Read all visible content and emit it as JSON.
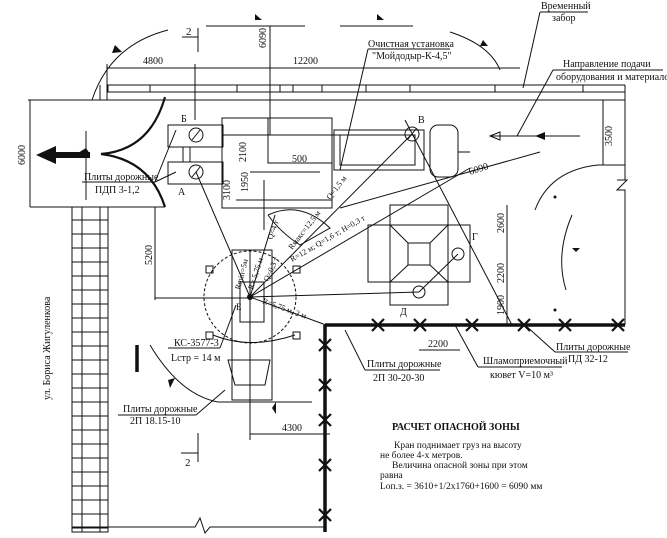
{
  "street": "ул. Бориса Жигуленкова",
  "labels": {
    "fence": [
      "Временный",
      "забор"
    ],
    "supply_direction": [
      "Направление подачи",
      "оборудования и материалов"
    ],
    "cleaning_unit": [
      "Очистная установка",
      "\"Мойдодыр-К-4,5\""
    ],
    "plates_pdp": [
      "Плиты дорожные",
      "ПДП 3-1,2"
    ],
    "plates_2p30": [
      "Плиты дорожные",
      "2П 30-20-30"
    ],
    "sludge": [
      "Шламоприемочный",
      "кювет V=10 м³"
    ],
    "plates_pd32": [
      "Плиты дорожные",
      "ПД 32-12"
    ],
    "crane": [
      "КС-3577-3",
      "Lстр = 14 м"
    ],
    "plates_2p18": [
      "Плиты дорожные",
      "2П 18.15-10"
    ]
  },
  "points": [
    "Б",
    "А",
    "В",
    "Г",
    "Д",
    "Е"
  ],
  "section_marks": [
    "2",
    "2"
  ],
  "dimensions": {
    "d4800": "4800",
    "d6090_top": "6090",
    "d12200": "12200",
    "d6000": "6000",
    "d3500": "3500",
    "d6090_diag": "6090",
    "d2100": "2100",
    "d500": "500",
    "d3100": "3100",
    "d1950": "1950",
    "d5200": "5200",
    "d2600": "2600",
    "d2200_v": "2200",
    "d1900": "1900",
    "d2200_h": "2200",
    "d4300": "4300"
  },
  "radii": {
    "rmin": "Rmin=5м",
    "r1": "R= 5,75 м",
    "q1": "Q=4 т",
    "q2": "Q=0,3 т",
    "rmax": "Rмакс=12,5 м",
    "qrm": "Q=1,5 м",
    "r12": "R=12 м; Q=1,6 т; Н=0,3 т",
    "r575": "R=5,75 м, 2 м"
  },
  "calc": {
    "title": "РАСЧЕТ ОПАСНОЙ ЗОНЫ",
    "lines": [
      "Кран поднимает груз на высоту",
      "не более 4-х метров.",
      "Величина опасной зоны при этом",
      "равна",
      "Lоп.з. = 3610+1/2х1760+1600 = 6090 мм"
    ]
  }
}
